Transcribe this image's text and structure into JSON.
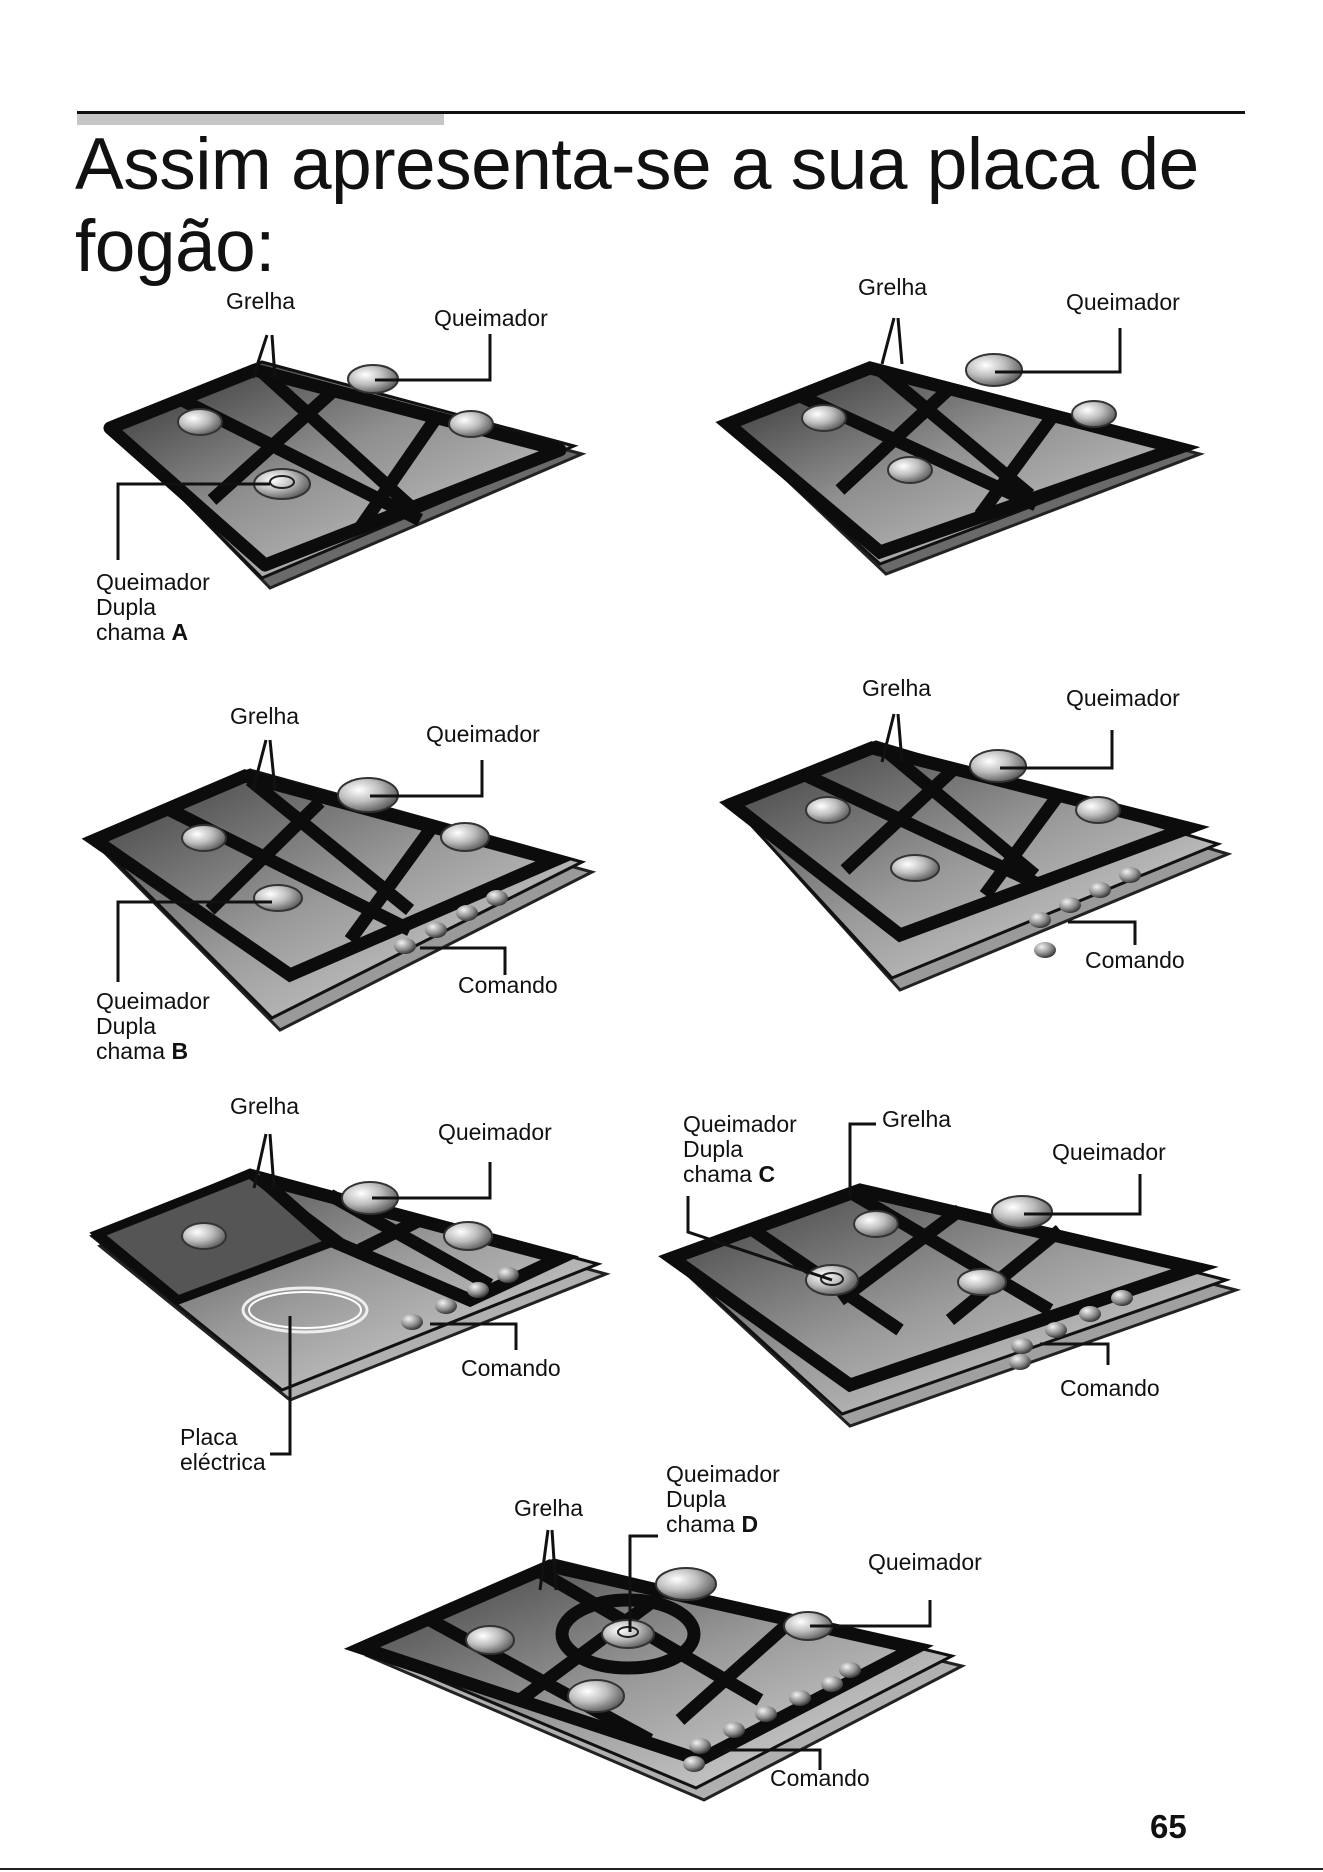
{
  "page": {
    "title_line1": "Assim apresenta-se a sua placa de",
    "title_line2": "fogão:",
    "page_number": "65"
  },
  "labels": {
    "grelha": "Grelha",
    "queimador": "Queimador",
    "comando": "Comando",
    "dupla": "Dupla",
    "chama": "chama",
    "placa": "Placa",
    "electrica": "eléctrica",
    "letter_a": "A",
    "letter_b": "B",
    "letter_c": "C",
    "letter_d": "D"
  }
}
